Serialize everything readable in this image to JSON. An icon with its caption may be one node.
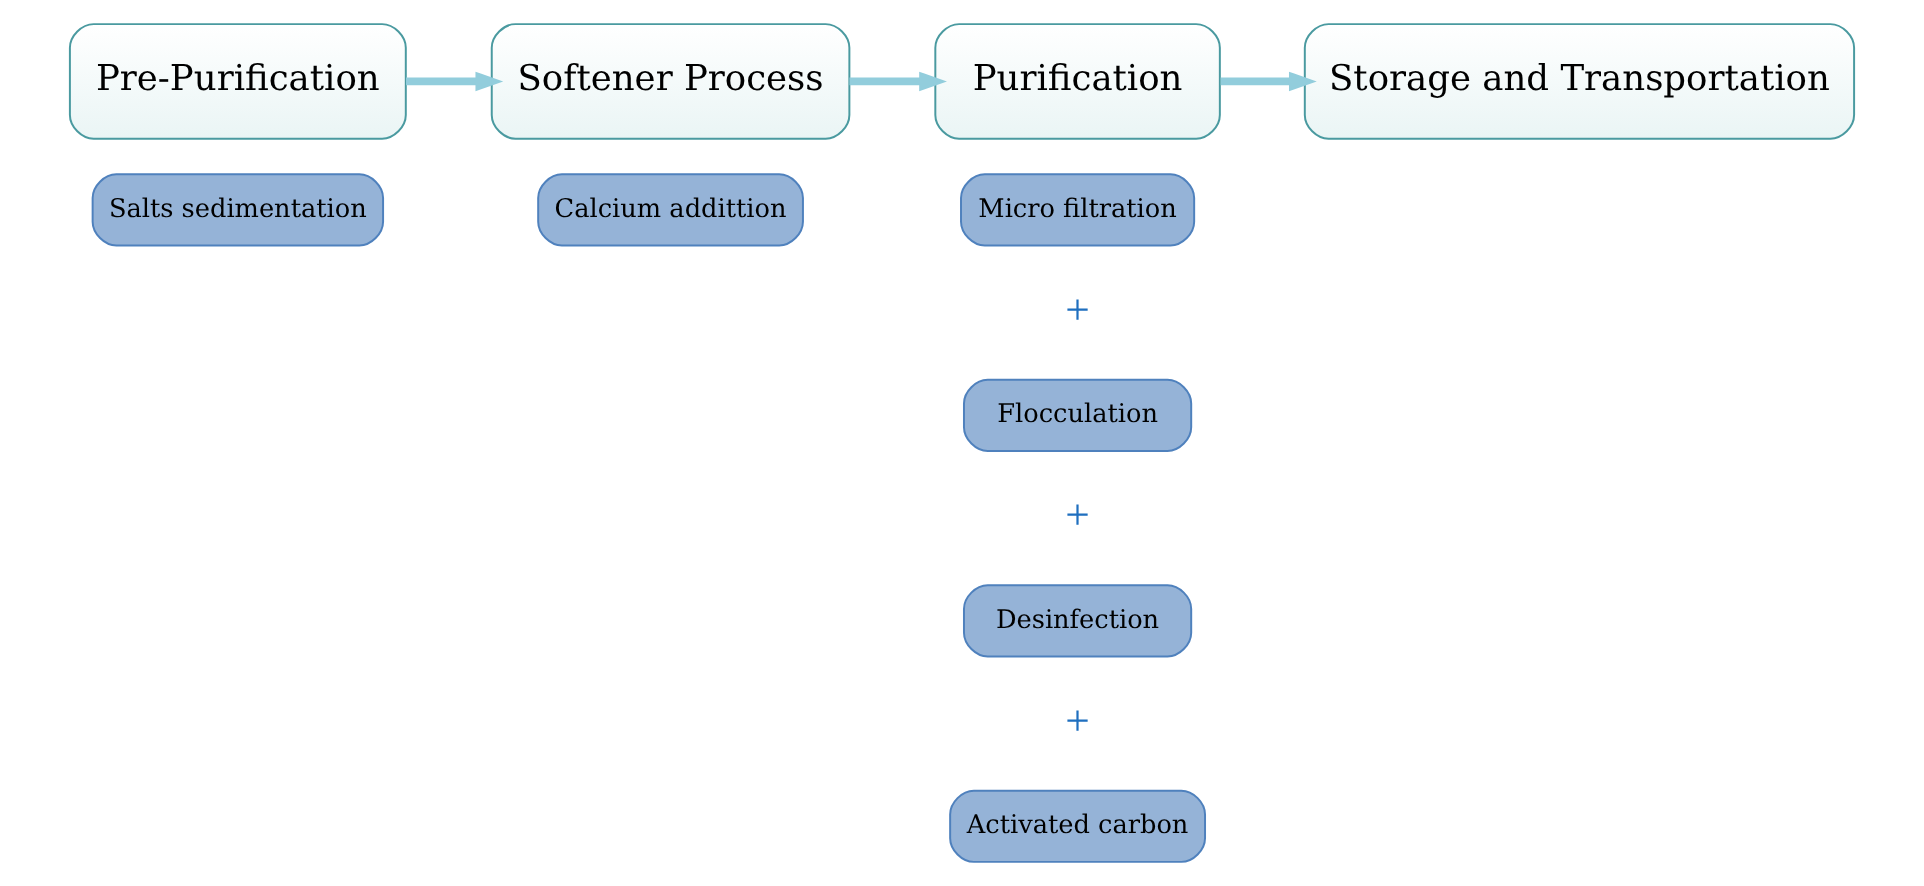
{
  "diagram": {
    "nodes": [
      {
        "text": [
          "Pre-Purification"
        ]
      },
      {
        "text": [
          "Softener Process"
        ]
      },
      {
        "text": [
          "Purification"
        ]
      },
      {
        "text": [
          "Storage and Transportation"
        ]
      },
      {
        "text": [
          "Salts sedimentation"
        ]
      },
      {
        "text": [
          "Calcium addittion"
        ]
      },
      {
        "text": [
          "Micro filtration"
        ]
      },
      {
        "text": [
          "Flocculation"
        ]
      },
      {
        "text": [
          "Desinfection"
        ]
      },
      {
        "text": [
          "Activated carbon"
        ]
      }
    ],
    "edges": [
      {
        "from": 0,
        "to": 1,
        "arrow": "to"
      },
      {
        "from": 1,
        "to": 2,
        "arrow": "to"
      },
      {
        "from": 2,
        "to": 3,
        "arrow": "to"
      }
    ],
    "labels": [
      "+",
      "+",
      "+"
    ]
  }
}
